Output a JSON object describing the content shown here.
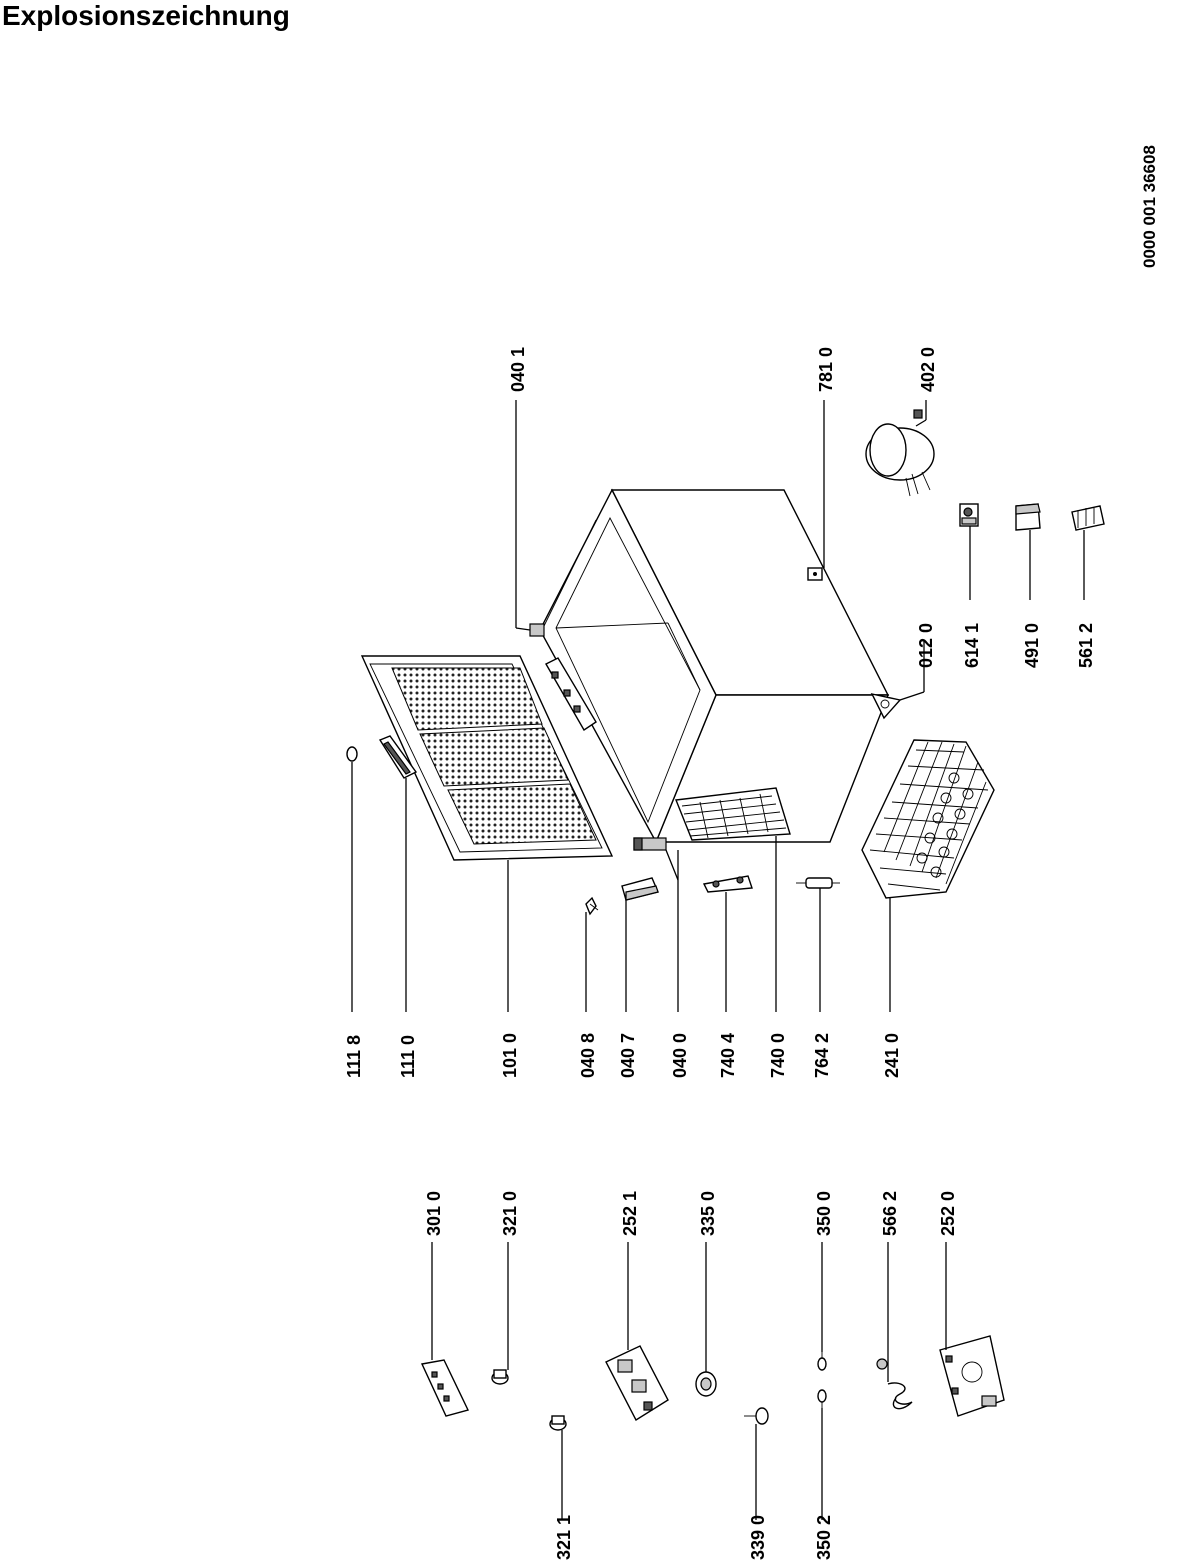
{
  "page": {
    "title": "Explosionszeichnung",
    "document_number": "0000 001 36608"
  },
  "callouts": [
    {
      "id": "lbl-1118",
      "text": "111 8"
    },
    {
      "id": "lbl-1110",
      "text": "111 0"
    },
    {
      "id": "lbl-1010",
      "text": "101 0"
    },
    {
      "id": "lbl-0408",
      "text": "040 8"
    },
    {
      "id": "lbl-0407",
      "text": "040 7"
    },
    {
      "id": "lbl-0400",
      "text": "040 0"
    },
    {
      "id": "lbl-7404",
      "text": "740 4"
    },
    {
      "id": "lbl-7400",
      "text": "740 0"
    },
    {
      "id": "lbl-7642",
      "text": "764 2"
    },
    {
      "id": "lbl-2410",
      "text": "241 0"
    },
    {
      "id": "lbl-0401",
      "text": "040 1"
    },
    {
      "id": "lbl-7810",
      "text": "781 0"
    },
    {
      "id": "lbl-4020",
      "text": "402 0"
    },
    {
      "id": "lbl-0120",
      "text": "012 0"
    },
    {
      "id": "lbl-6141",
      "text": "614 1"
    },
    {
      "id": "lbl-4910",
      "text": "491 0"
    },
    {
      "id": "lbl-5612",
      "text": "561 2"
    },
    {
      "id": "lbl-3010",
      "text": "301 0"
    },
    {
      "id": "lbl-3210",
      "text": "321 0"
    },
    {
      "id": "lbl-2521",
      "text": "252 1"
    },
    {
      "id": "lbl-3350",
      "text": "335 0"
    },
    {
      "id": "lbl-3500",
      "text": "350 0"
    },
    {
      "id": "lbl-5662",
      "text": "566 2"
    },
    {
      "id": "lbl-2520",
      "text": "252 0"
    },
    {
      "id": "lbl-3211",
      "text": "321 1"
    },
    {
      "id": "lbl-3390",
      "text": "339 0"
    },
    {
      "id": "lbl-3502",
      "text": "350 2"
    }
  ]
}
